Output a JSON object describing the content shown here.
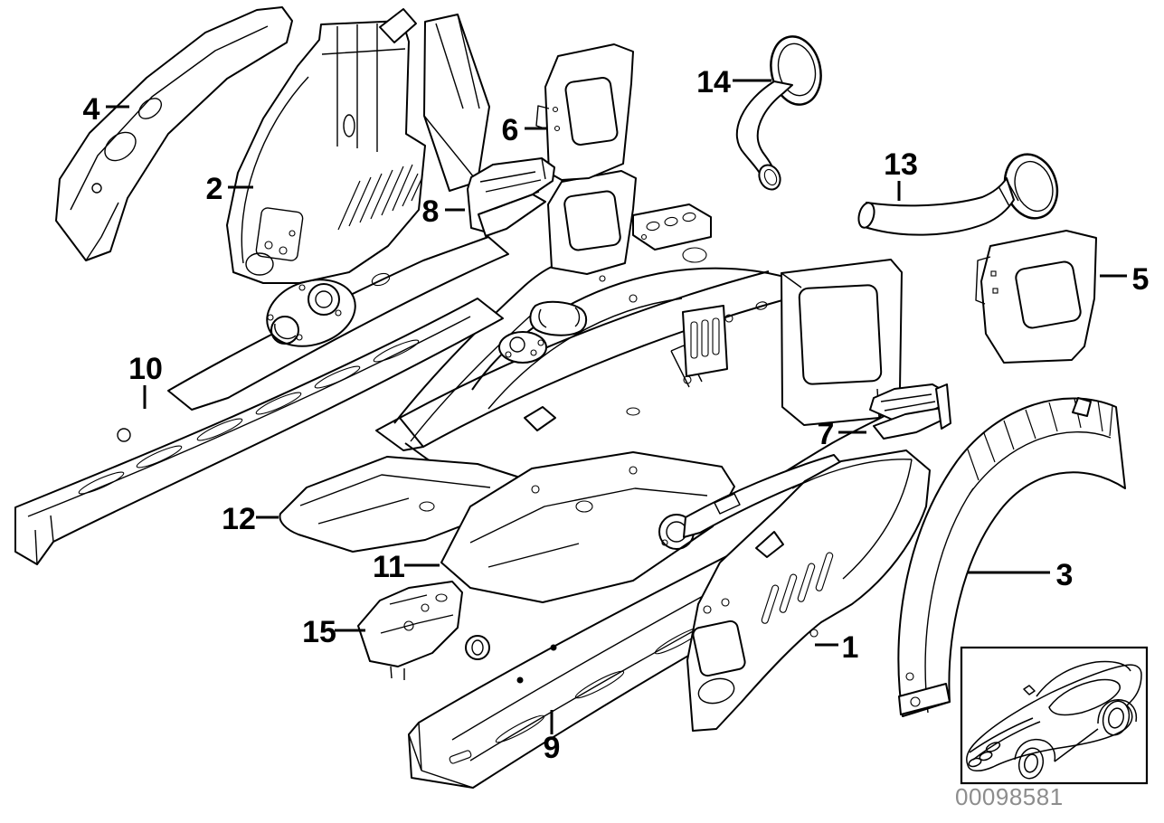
{
  "diagram": {
    "type": "exploded-parts-line-diagram",
    "subject": "rear wheelhouse and floor side members",
    "drawing_id": "00098581",
    "callouts": [
      "1",
      "2",
      "3",
      "4",
      "5",
      "6",
      "7",
      "8",
      "9",
      "10",
      "11",
      "12",
      "13",
      "14",
      "15"
    ],
    "colors": {
      "ink": "#000000",
      "background": "#ffffff",
      "id_text": "#8d8d8d"
    },
    "icons": {
      "car_thumbnail": "car-three-quarter-front-line-art"
    }
  }
}
